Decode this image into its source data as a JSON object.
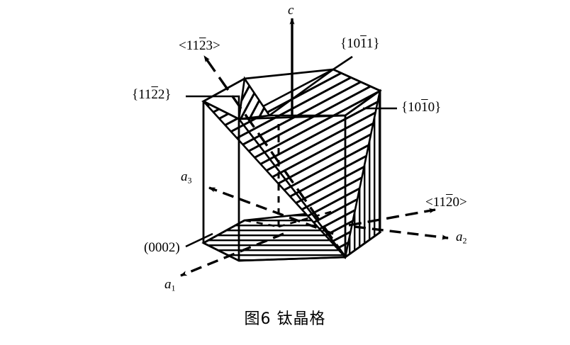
{
  "figure": {
    "caption": "图6  钛晶格",
    "background_color": "#ffffff",
    "line_color": "#000000"
  },
  "axes": [
    {
      "id": "c",
      "label": "c",
      "sub": "",
      "name": "c-axis"
    },
    {
      "id": "a1",
      "label": "a",
      "sub": "1",
      "name": "a1-axis"
    },
    {
      "id": "a2",
      "label": "a",
      "sub": "2",
      "name": "a2-axis"
    },
    {
      "id": "a3",
      "label": "a",
      "sub": "3",
      "name": "a3-axis"
    }
  ],
  "labels": {
    "dir_1123": {
      "pre": "<11",
      "bar": "2",
      "post": "3>",
      "full": "<1123>"
    },
    "plane_1011": {
      "pre": "{10",
      "bar": "1",
      "post": "1}",
      "full": "{1011}"
    },
    "plane_1122": {
      "pre": "{11",
      "bar": "2",
      "post": "2}",
      "full": "{1122}"
    },
    "plane_1010": {
      "pre": "{10",
      "bar": "1",
      "post": "0}",
      "full": "{1010}"
    },
    "dir_1120": {
      "pre": "<11",
      "bar": "2",
      "post": "0>",
      "full": "<1120>"
    },
    "plane_0002": {
      "pre": "(0002)",
      "bar": "",
      "post": "",
      "full": "(0002)"
    }
  },
  "planes": [
    {
      "name": "basal-plane",
      "label": "(0002)",
      "hatch": "horizontal"
    },
    {
      "name": "prismatic-plane",
      "label": "{1010}",
      "hatch": "vertical"
    },
    {
      "name": "pyramidal-plane-1",
      "label": "{1011}",
      "hatch": "diagonal"
    },
    {
      "name": "pyramidal-plane-2",
      "label": "{1122}",
      "hatch": "diagonal"
    }
  ],
  "directions": [
    {
      "name": "slip-direction-a",
      "label": "<1120>"
    },
    {
      "name": "slip-direction-c-plus-a",
      "label": "<1123>"
    }
  ]
}
